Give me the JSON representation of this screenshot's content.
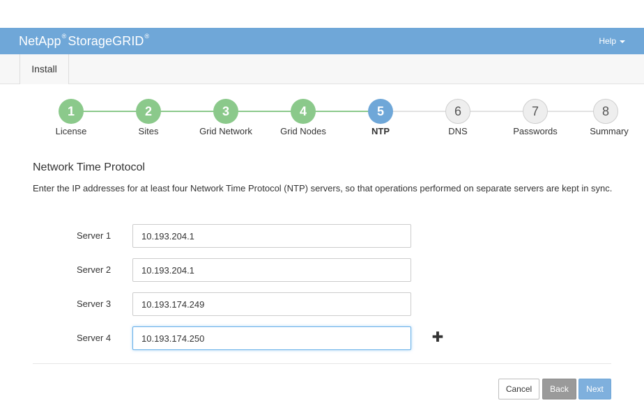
{
  "header": {
    "brand_netapp": "NetApp",
    "brand_reg1": "®",
    "brand_storagegrid": "StorageGRID",
    "brand_reg2": "®",
    "help_label": "Help",
    "bg_color": "#6fa7d8"
  },
  "tabs": [
    {
      "label": "Install"
    }
  ],
  "steps": [
    {
      "number": "1",
      "label": "License",
      "state": "complete"
    },
    {
      "number": "2",
      "label": "Sites",
      "state": "complete"
    },
    {
      "number": "3",
      "label": "Grid Network",
      "state": "complete"
    },
    {
      "number": "4",
      "label": "Grid Nodes",
      "state": "complete"
    },
    {
      "number": "5",
      "label": "NTP",
      "state": "current"
    },
    {
      "number": "6",
      "label": "DNS",
      "state": "future"
    },
    {
      "number": "7",
      "label": "Passwords",
      "state": "future"
    },
    {
      "number": "8",
      "label": "Summary",
      "state": "future"
    }
  ],
  "section": {
    "title": "Network Time Protocol",
    "description": "Enter the IP addresses for at least four Network Time Protocol (NTP) servers, so that operations performed on separate servers are kept in sync."
  },
  "servers": [
    {
      "label": "Server 1",
      "value": "10.193.204.1"
    },
    {
      "label": "Server 2",
      "value": "10.193.204.1"
    },
    {
      "label": "Server 3",
      "value": "10.193.174.249"
    },
    {
      "label": "Server 4",
      "value": "10.193.174.250"
    }
  ],
  "add_icon": "plus-icon",
  "buttons": {
    "cancel": "Cancel",
    "back": "Back",
    "next": "Next"
  },
  "colors": {
    "complete": "#8bc98b",
    "current": "#6fa7d8",
    "back_button": "#9a9a9a",
    "next_button": "#7fb0dd"
  }
}
